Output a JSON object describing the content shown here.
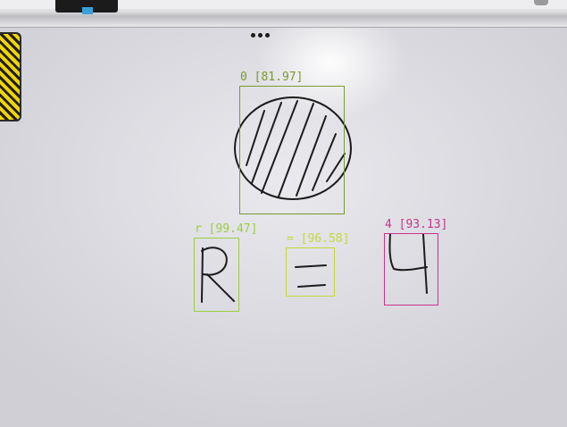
{
  "detections": [
    {
      "label": "0 [81.97]",
      "color": "#7a9a2e"
    },
    {
      "label": "r [99.47]",
      "color": "#9ccf3c"
    },
    {
      "label": "= [96.58]",
      "color": "#c7d835"
    },
    {
      "label": "4 [93.13]",
      "color": "#c8348c"
    }
  ],
  "handwriting": [
    "R",
    "=",
    "4"
  ]
}
